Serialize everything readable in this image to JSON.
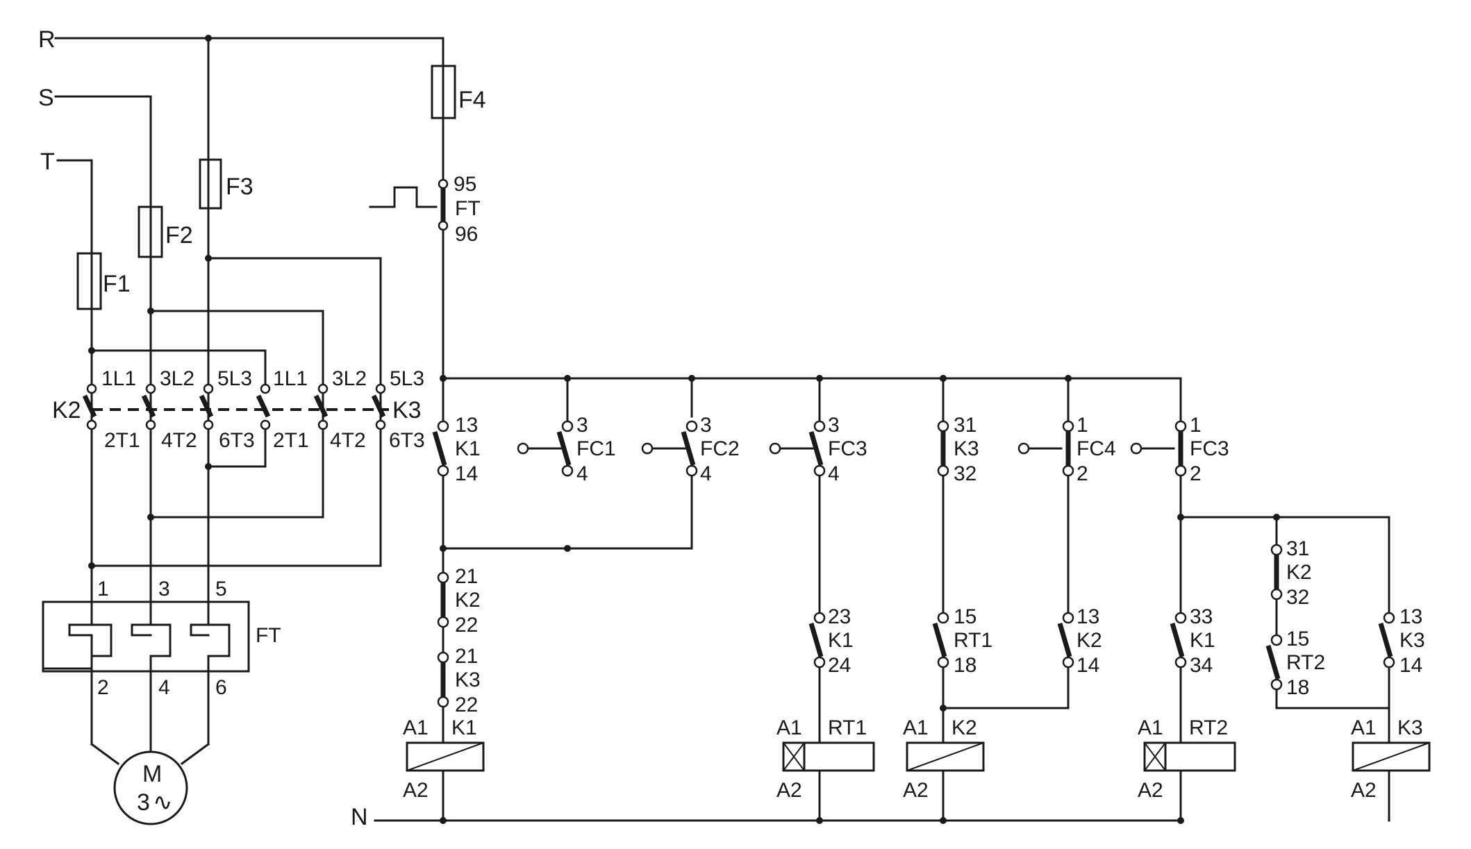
{
  "lines": {
    "r": "R",
    "s": "S",
    "t": "T",
    "n": "N"
  },
  "fuses": {
    "f1": "F1",
    "f2": "F2",
    "f3": "F3",
    "f4": "F4"
  },
  "thermal_relay": {
    "label": "FT",
    "contact_95": "95",
    "contact_96": "96",
    "poles_in": [
      "1",
      "3",
      "5"
    ],
    "poles_out": [
      "2",
      "4",
      "6"
    ]
  },
  "motor": {
    "label": "M",
    "phases": "3",
    "ac_symbol": "∿"
  },
  "power_contactors": {
    "k2_label": "K2",
    "k3_label": "K3",
    "top_terminals": [
      "1L1",
      "3L2",
      "5L3",
      "1L1",
      "3L2",
      "5L3"
    ],
    "bottom_terminals": [
      "2T1",
      "4T2",
      "6T3",
      "2T1",
      "4T2",
      "6T3"
    ]
  },
  "control_contacts": [
    {
      "id": "k1_seal",
      "label": "K1",
      "top": "13",
      "bottom": "14"
    },
    {
      "id": "fc1",
      "label": "FC1",
      "top": "3",
      "bottom": "4"
    },
    {
      "id": "fc2",
      "label": "FC2",
      "top": "3",
      "bottom": "4"
    },
    {
      "id": "fc3_a",
      "label": "FC3",
      "top": "3",
      "bottom": "4"
    },
    {
      "id": "k3_nc",
      "label": "K3",
      "top": "31",
      "bottom": "32"
    },
    {
      "id": "fc4",
      "label": "FC4",
      "top": "1",
      "bottom": "2"
    },
    {
      "id": "fc3_b",
      "label": "FC3",
      "top": "1",
      "bottom": "2"
    },
    {
      "id": "k2_interlock",
      "label": "K2",
      "top": "21",
      "bottom": "22"
    },
    {
      "id": "k3_interlock",
      "label": "K3",
      "top": "21",
      "bottom": "22"
    },
    {
      "id": "k1_aux",
      "label": "K1",
      "top": "23",
      "bottom": "24"
    },
    {
      "id": "rt1",
      "label": "RT1",
      "top": "15",
      "bottom": "18"
    },
    {
      "id": "k2_seal",
      "label": "K2",
      "top": "13",
      "bottom": "14"
    },
    {
      "id": "k1_aux2",
      "label": "K1",
      "top": "33",
      "bottom": "34"
    },
    {
      "id": "k2_nc",
      "label": "K2",
      "top": "31",
      "bottom": "32"
    },
    {
      "id": "rt2",
      "label": "RT2",
      "top": "15",
      "bottom": "18"
    },
    {
      "id": "k3_seal",
      "label": "K3",
      "top": "13",
      "bottom": "14"
    }
  ],
  "coils": [
    {
      "id": "k1",
      "label": "K1",
      "a1": "A1",
      "a2": "A2",
      "kind": "contactor"
    },
    {
      "id": "rt1",
      "label": "RT1",
      "a1": "A1",
      "a2": "A2",
      "kind": "timer"
    },
    {
      "id": "k2",
      "label": "K2",
      "a1": "A1",
      "a2": "A2",
      "kind": "contactor"
    },
    {
      "id": "rt2",
      "label": "RT2",
      "a1": "A1",
      "a2": "A2",
      "kind": "timer"
    },
    {
      "id": "k3",
      "label": "K3",
      "a1": "A1",
      "a2": "A2",
      "kind": "contactor"
    }
  ]
}
